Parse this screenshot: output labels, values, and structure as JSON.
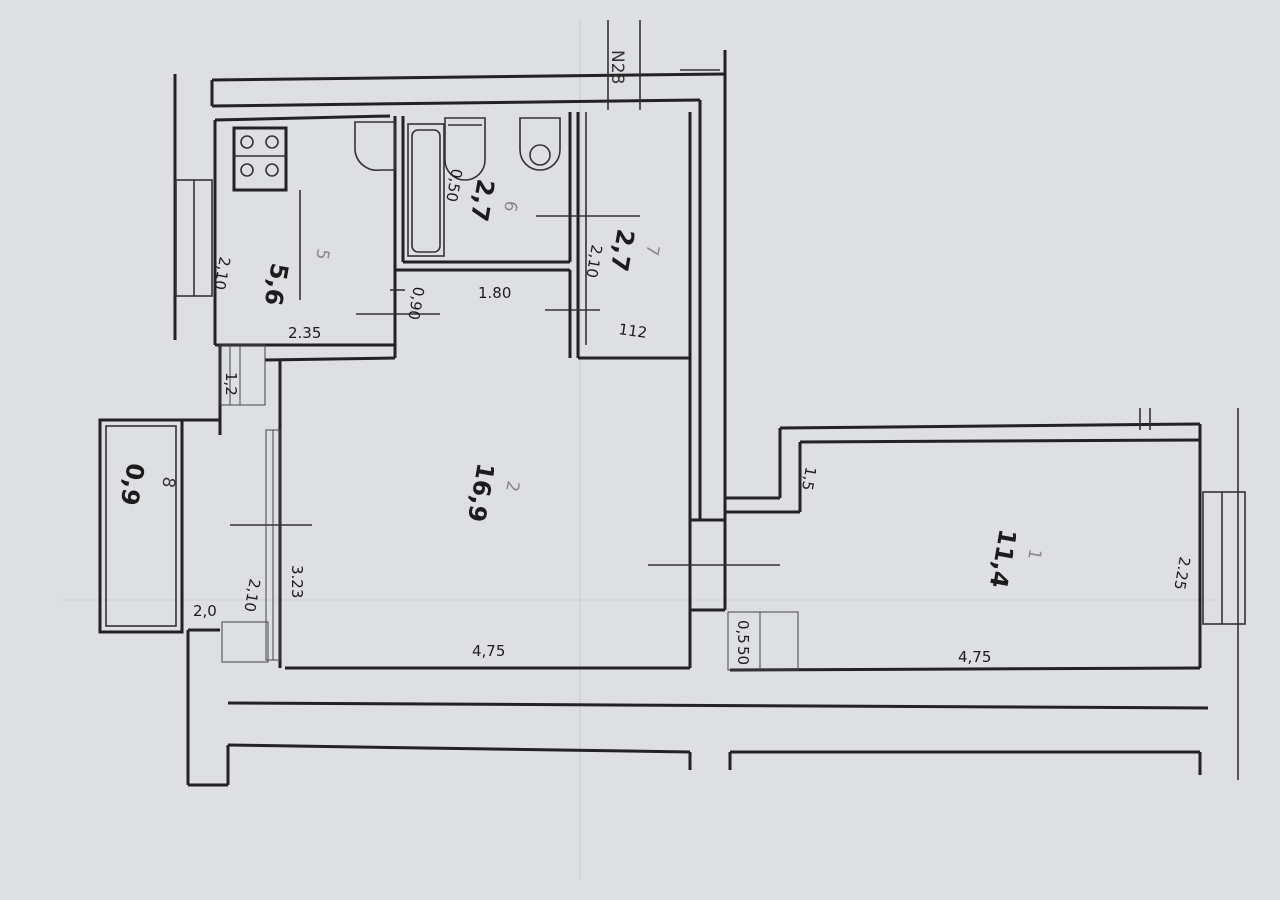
{
  "plan": {
    "code": "N28",
    "rooms": [
      {
        "id": "room-1",
        "number": "1",
        "area": "11,4"
      },
      {
        "id": "room-2",
        "number": "2",
        "area": "16,9"
      },
      {
        "id": "room-5",
        "number": "5",
        "area": "5,6"
      },
      {
        "id": "room-6",
        "number": "6",
        "area": "2,7"
      },
      {
        "id": "room-7",
        "number": "7",
        "area": "2,7"
      },
      {
        "id": "room-8",
        "number": "8",
        "area": "0,9"
      }
    ],
    "dimensions": {
      "d_180": "1.80",
      "d_235": "2.35",
      "d_112": "112",
      "d_475_left": "4,75",
      "d_475_right": "4,75",
      "d_323": "3.23",
      "d_20": "2,0",
      "d_225": "2.25",
      "d_210a": "2,10",
      "d_210b": "2,10",
      "d_210c": "2,10",
      "d_090": "0,90",
      "d_050": "0,50",
      "d_15": "1,5",
      "d_05": "0,5",
      "d_50": "50",
      "d_12": "1,2"
    }
  }
}
